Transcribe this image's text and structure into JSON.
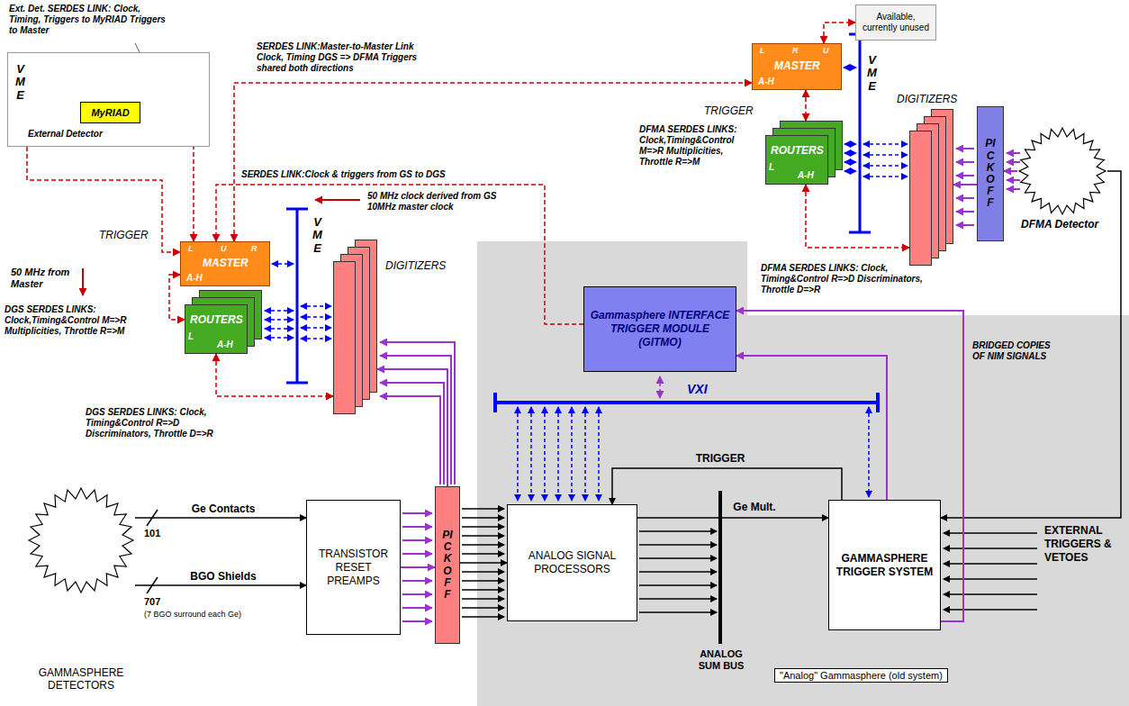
{
  "diagram": {
    "nodes": [
      {
        "text": [
          "External Detector"
        ]
      },
      {
        "text": [
          "MyRIAD"
        ],
        "in": 0
      },
      {
        "text": [
          "Available, currently unused"
        ]
      },
      {
        "text": [
          "L",
          "R",
          "U",
          "MASTER",
          "A-H"
        ]
      },
      {
        "text": [
          "ROUTERS",
          "L",
          "A-H"
        ]
      },
      {
        "text": [
          "DIGITIZERS"
        ]
      },
      {
        "text": [
          "PICKOFF"
        ]
      },
      {
        "text": [
          "DFMA Detector"
        ]
      },
      {
        "text": [
          "L",
          "U",
          "R",
          "MASTER",
          "A-H"
        ]
      },
      {
        "text": [
          "ROUTERS",
          "L",
          "A-H"
        ]
      },
      {
        "text": [
          "DIGITIZERS"
        ]
      },
      {
        "text": [
          "\"Analog\" Gammasphere (old system)"
        ]
      },
      {
        "text": [
          "Gammasphere INTERFACE TRIGGER MODULE (GITMO)"
        ],
        "in": 11
      },
      {
        "text": [
          "GAMMASPHERE DETECTORS"
        ]
      },
      {
        "text": [
          "TRANSISTOR RESET PREAMPS"
        ]
      },
      {
        "text": [
          "PICKOFF"
        ]
      },
      {
        "text": [
          "ANALOG SIGNAL PROCESSORS"
        ],
        "in": 11
      },
      {
        "text": [
          "GAMMASPHERE TRIGGER SYSTEM"
        ],
        "in": 11
      }
    ],
    "edges": [
      {
        "from": 1,
        "to": 8,
        "arrow": "both"
      },
      {
        "from": 0,
        "to": 8,
        "arrow": "to"
      },
      {
        "from": 8,
        "to": 3,
        "arrow": "both"
      },
      {
        "from": 12,
        "to": 8,
        "arrow": "to"
      },
      {
        "from": 8,
        "to": 9,
        "arrow": "both"
      },
      {
        "from": 9,
        "to": 10,
        "arrow": "both"
      },
      {
        "from": 3,
        "to": 2,
        "arrow": "both"
      },
      {
        "from": 3,
        "to": 4,
        "arrow": "both"
      },
      {
        "from": 4,
        "to": 5,
        "arrow": "both"
      },
      {
        "from": 6,
        "to": 5,
        "arrow": "to"
      },
      {
        "from": 7,
        "to": 6,
        "arrow": "to"
      },
      {
        "from": 7,
        "to": 17,
        "arrow": "to"
      },
      {
        "from": 13,
        "to": 14,
        "label": "Ge Contacts",
        "arrow": "to"
      },
      {
        "from": 13,
        "to": 14,
        "label": "BGO Shields",
        "arrow": "to"
      },
      {
        "from": 14,
        "to": 15,
        "arrow": "to"
      },
      {
        "from": 15,
        "to": 16,
        "arrow": "to"
      },
      {
        "from": 15,
        "to": 10,
        "arrow": "to"
      },
      {
        "from": 16,
        "to": 17,
        "label": "Ge Mult.",
        "arrow": "to"
      },
      {
        "from": 17,
        "to": 16,
        "label": "TRIGGER",
        "arrow": "to"
      },
      {
        "from": 17,
        "to": 12,
        "arrow": "to"
      },
      {
        "from": 17,
        "to": 12,
        "arrow": "to"
      }
    ],
    "labels": [
      "Ext. Det. SERDES LINK: Clock, Timing, Triggers to MyRIAD Triggers to Master",
      "V M E",
      "SERDES LINK:Master-to-Master Link Clock, Timing DGS => DFMA Triggers shared both directions",
      "SERDES LINK:Clock & triggers from GS to DGS",
      "50 MHz clock derived from GS 10MHz master clock",
      "TRIGGER",
      "V M E",
      "50 MHz from Master",
      "DGS SERDES LINKS: Clock,Timing&Control M=>R Multiplicities, Throttle R=>M",
      "DGS SERDES LINKS: Clock, Timing&Control R=>D Discriminators, Throttle D=>R",
      "TRIGGER",
      "V M E",
      "DFMA SERDES LINKS: Clock,Timing&Control M=>R Multiplicities, Throttle R=>M",
      "DFMA SERDES LINKS: Clock, Timing&Control R=>D Discriminators, Throttle D=>R",
      "VXI",
      "BRIDGED COPIES OF NIM SIGNALS",
      "101",
      "707",
      "(7 BGO surround each Ge)",
      "ANALOG SUM BUS",
      "EXTERNAL TRIGGERS & VETOES"
    ]
  }
}
